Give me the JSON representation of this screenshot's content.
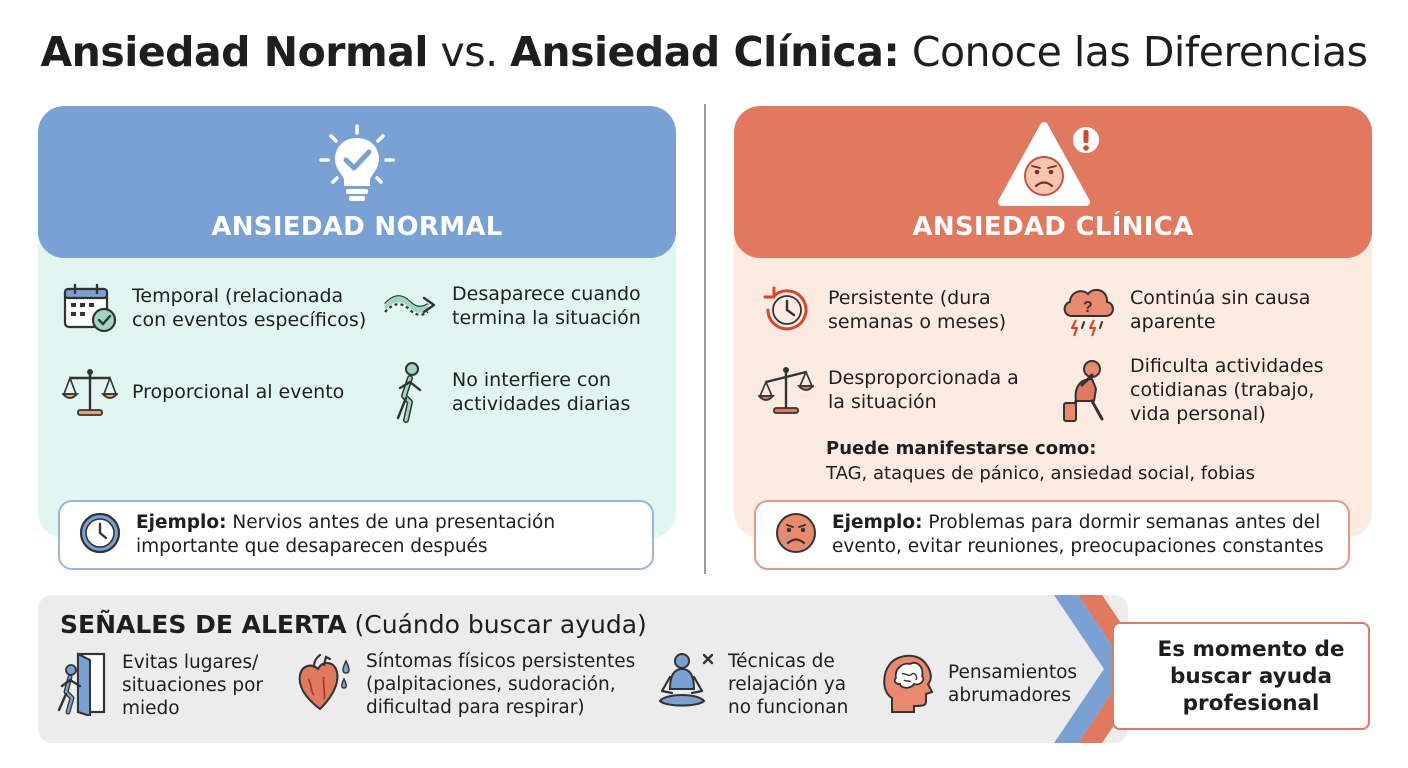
{
  "title": {
    "part1": "Ansiedad Normal",
    "part2": " vs. ",
    "part3": "Ansiedad Clínica:",
    "part4": " Conoce las Diferencias"
  },
  "normal": {
    "header": "ANSIEDAD NORMAL",
    "icon": "lightbulb-check-icon",
    "features": [
      {
        "icon": "calendar-check-icon",
        "text": "Temporal (relacionada con eventos específicos)"
      },
      {
        "icon": "wave-arrow-icon",
        "text": "Desaparece cuando termina la situación"
      },
      {
        "icon": "balance-scale-icon",
        "text": "Proporcional al evento"
      },
      {
        "icon": "walking-person-icon",
        "text": "No interfiere con actividades diarias"
      }
    ],
    "example_label": "Ejemplo:",
    "example_text": " Nervios antes de una presentación importante que desaparecen después"
  },
  "clinic": {
    "header": "ANSIEDAD CLÍNICA",
    "icon": "warning-triangle-sad-face-icon",
    "features": [
      {
        "icon": "clock-history-icon",
        "text": "Persistente (dura semanas o meses)"
      },
      {
        "icon": "storm-cloud-question-icon",
        "text": "Continúa sin causa aparente"
      },
      {
        "icon": "unbalanced-scale-icon",
        "text": "Desproporcionada a la situación"
      },
      {
        "icon": "distressed-person-icon",
        "text": "Dificulta actividades cotidianas (trabajo, vida personal)"
      }
    ],
    "manifest_label": "Puede manifestarse como:",
    "manifest_text": "TAG, ataques de pánico, ansiedad social, fobias",
    "example_label": "Ejemplo:",
    "example_text": " Problemas para dormir semanas antes del evento, evitar reuniones, preocupaciones constantes"
  },
  "alerts": {
    "title_bold": "SEÑALES DE ALERTA",
    "title_rest": " (Cuándo buscar ayuda)",
    "items": [
      {
        "icon": "exit-door-icon",
        "text": "Evitas lugares/ situaciones por miedo"
      },
      {
        "icon": "heart-sweat-icon",
        "text": "Síntomas físicos persistentes (palpitaciones, sudoración, dificultad para respirar)"
      },
      {
        "icon": "meditation-icon",
        "text": "Técnicas de relajación ya no funcionan"
      },
      {
        "icon": "brain-head-icon",
        "text": "Pensamientos abrumadores"
      }
    ],
    "cta": "Es momento de buscar ayuda profesional"
  },
  "colors": {
    "normal_accent": "#7aa1d3",
    "normal_bg": "#e1f5f1",
    "clinic_accent": "#e0795e",
    "clinic_bg": "#fbebe1",
    "alert_bg": "#ececec"
  }
}
